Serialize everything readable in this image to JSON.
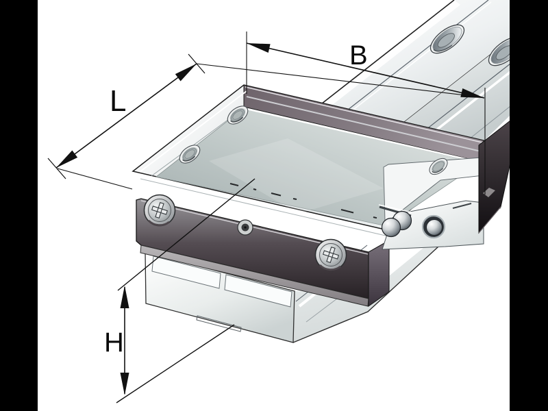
{
  "figure": {
    "type": "technical-illustration",
    "subject": "linear recirculating ball bearing carriage on wide guideway rail",
    "dimensions": {
      "length": {
        "label": "L"
      },
      "width": {
        "label": "B"
      },
      "height": {
        "label": "H"
      }
    },
    "colors": {
      "background": "#ffffff",
      "side_bars": "#000000",
      "line": "#111111",
      "top_plate": "#b9c3c2",
      "end_cap_dark": "#3a3236",
      "metal_bright": "#f4f6f6"
    }
  }
}
